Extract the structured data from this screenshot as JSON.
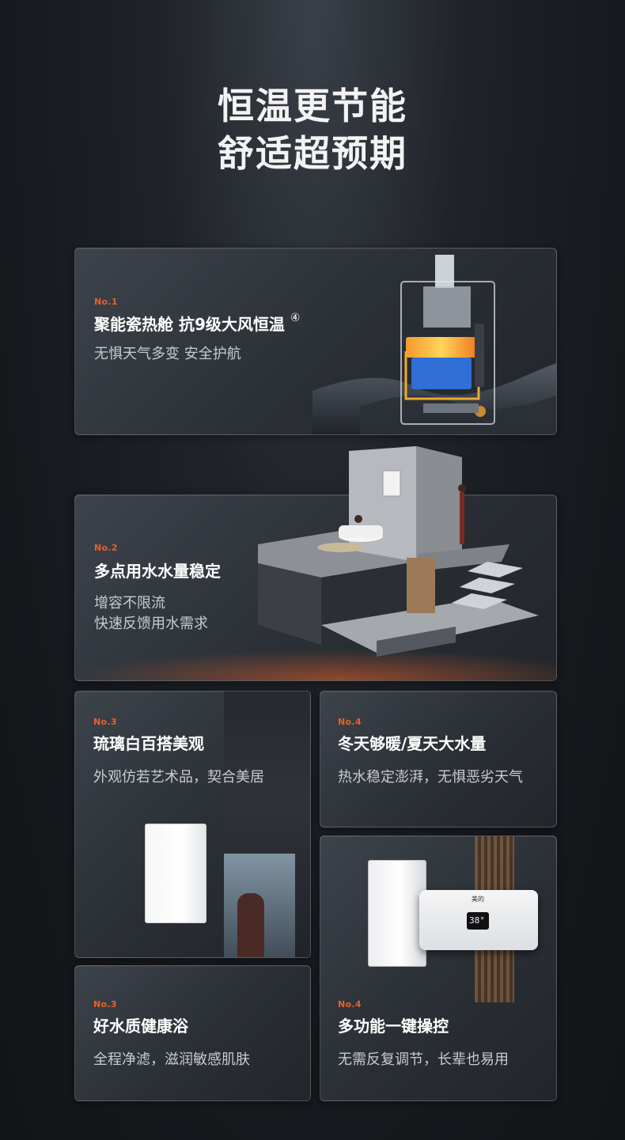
{
  "headline": {
    "line1": "恒温更节能",
    "line2": "舒适超预期"
  },
  "cards": [
    {
      "no": "No.1",
      "title": "聚能瓷热舱 抗9级大风恒温",
      "footnote": "④",
      "sub": [
        "无惧天气多变 安全护航"
      ]
    },
    {
      "no": "No.2",
      "title": "多点用水水量稳定",
      "sub": [
        "增容不限流",
        "快速反馈用水需求"
      ]
    },
    {
      "no": "No.3",
      "title": "琉璃白百搭美观",
      "sub": [
        "外观仿若艺术品，契合美居"
      ]
    },
    {
      "no": "No.4",
      "title": "冬天够暖/夏天大水量",
      "sub": [
        "热水稳定澎湃，无惧恶劣天气"
      ]
    },
    {
      "no": "No.3",
      "title": "好水质健康浴",
      "sub": [
        "全程净滤，滋润敏感肌肤"
      ]
    },
    {
      "no": "No.4",
      "title": "多功能一键操控",
      "sub": [
        "无需反复调节，长辈也易用"
      ]
    }
  ],
  "panel": {
    "brand": "美的",
    "temperature": "38°"
  },
  "colors": {
    "accent": "#e8612a",
    "background": "#16191d",
    "card": "#2e3339"
  }
}
